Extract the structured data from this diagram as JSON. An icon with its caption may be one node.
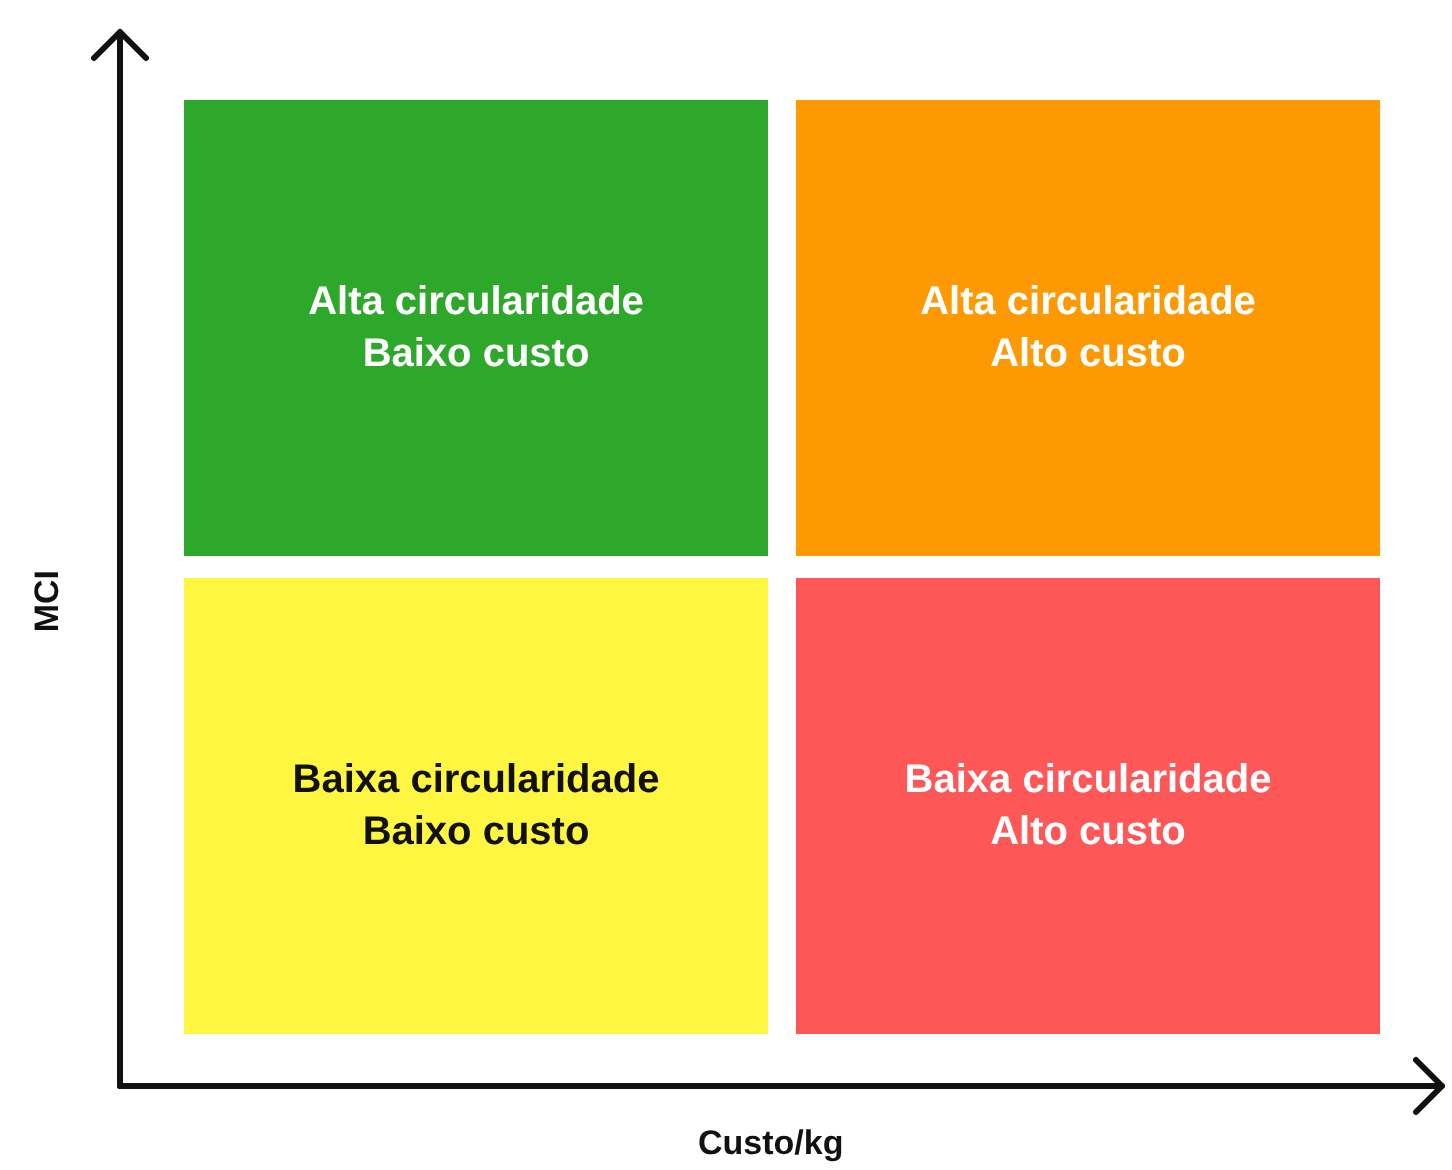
{
  "diagram": {
    "nodes": [
      {
        "text": [
          "Alta circularidade",
          "Baixo custo"
        ]
      },
      {
        "text": [
          "Alta circularidade",
          "Alto custo"
        ]
      },
      {
        "text": [
          "Baixa circularidade",
          "Baixo custo"
        ]
      },
      {
        "text": [
          "Baixa circularidade",
          "Alto custo"
        ]
      }
    ],
    "edges": [],
    "labels": [
      "MCI",
      "Custo/kg"
    ]
  }
}
